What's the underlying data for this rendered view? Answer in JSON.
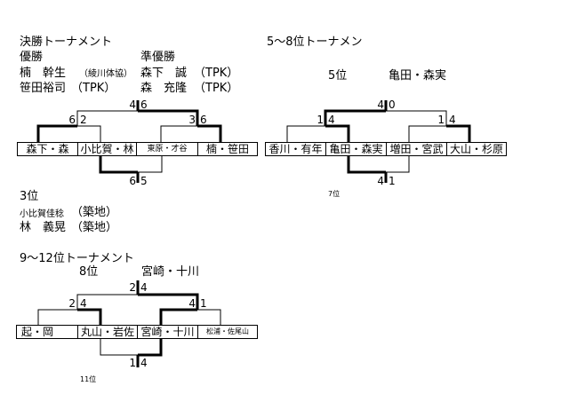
{
  "final": {
    "title": "決勝トーナメント",
    "winner_label": "優勝",
    "runnerup_label": "準優勝",
    "winners": [
      {
        "name": "楠　幹生",
        "team": "（綾川体協）"
      },
      {
        "name": "笹田裕司",
        "team": "（TPK）"
      }
    ],
    "runners": [
      {
        "name": "森下　誠",
        "team": "（TPK）"
      },
      {
        "name": "森　充隆",
        "team": "（TPK）"
      }
    ],
    "teams": [
      "森下・森",
      "小比賀・林",
      "東原・才谷",
      "楠・笹田"
    ],
    "scores": {
      "final": [
        "4",
        "6"
      ],
      "semi_left": [
        "6",
        "2"
      ],
      "semi_right": [
        "3",
        "6"
      ],
      "third": [
        "6",
        "5"
      ]
    },
    "third_label": "3位",
    "third": [
      {
        "name": "小比賀佳稔",
        "team": "（築地）"
      },
      {
        "name": "林　義晃",
        "team": "（築地）"
      }
    ]
  },
  "r58": {
    "title": "5～8位トーナメン",
    "place_label": "5位",
    "place_team": "亀田・森実",
    "teams": [
      "香川・有年",
      "亀田・森実",
      "増田・宮武",
      "大山・杉原"
    ],
    "scores": {
      "final": [
        "4",
        "0"
      ],
      "semi_left": [
        "1",
        "4"
      ],
      "semi_right": [
        "1",
        "4"
      ],
      "seventh": [
        "4",
        "1"
      ]
    },
    "seventh_label": "7位"
  },
  "r912": {
    "title": "9～12位トーナメント",
    "place_label": "8位",
    "place_team": "宮崎・十川",
    "teams": [
      "起・岡",
      "丸山・岩佐",
      "宮崎・十川",
      "松浦・佐尾山"
    ],
    "scores": {
      "final": [
        "2",
        "4"
      ],
      "semi_left": [
        "2",
        "4"
      ],
      "semi_right": [
        "4",
        "1"
      ],
      "eleventh": [
        "1",
        "4"
      ]
    },
    "eleventh_label": "11位"
  }
}
